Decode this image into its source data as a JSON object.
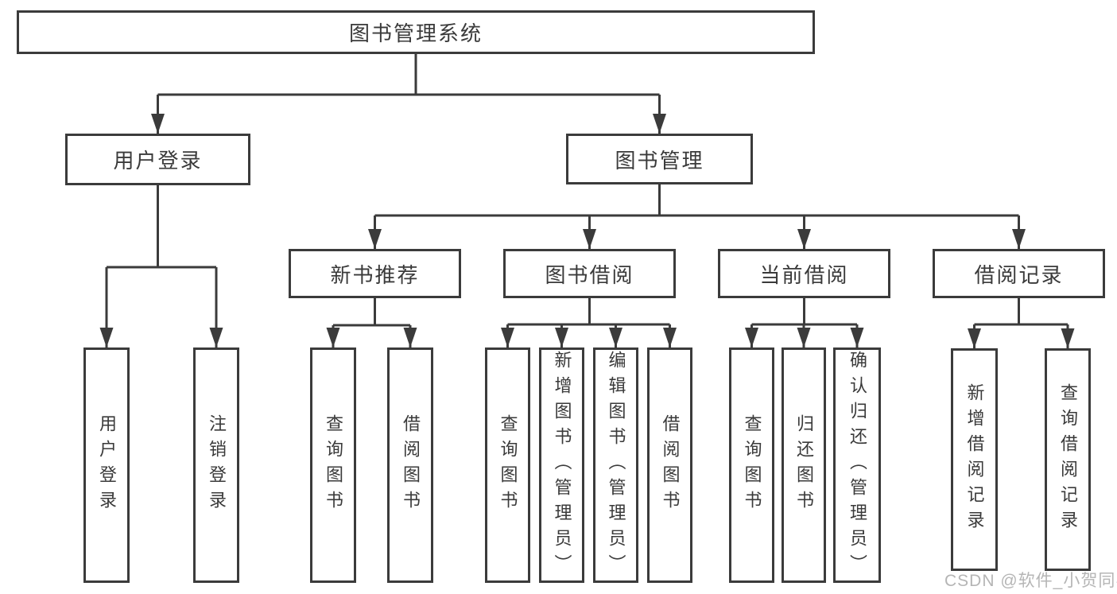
{
  "diagram": {
    "root": {
      "label": "图书管理系统"
    },
    "branches": {
      "user_login": {
        "label": "用户登录",
        "children": {
          "login": {
            "label": "用户登录"
          },
          "logout": {
            "label": "注销登录"
          }
        }
      },
      "book_mgmt": {
        "label": "图书管理",
        "children": {
          "new_book_rec": {
            "label": "新书推荐",
            "children": {
              "query": {
                "label": "查询图书"
              },
              "borrow": {
                "label": "借阅图书"
              }
            }
          },
          "book_borrow": {
            "label": "图书借阅",
            "children": {
              "query": {
                "label": "查询图书"
              },
              "add": {
                "label": "新增图书（管理员）"
              },
              "edit": {
                "label": "编辑图书（管理员）"
              },
              "borrow": {
                "label": "借阅图书"
              }
            }
          },
          "current_borrow": {
            "label": "当前借阅",
            "children": {
              "query": {
                "label": "查询图书"
              },
              "return": {
                "label": "归还图书"
              },
              "confirm": {
                "label": "确认归还（管理员）"
              }
            }
          },
          "borrow_records": {
            "label": "借阅记录",
            "children": {
              "add": {
                "label": "新增借阅记录"
              },
              "query": {
                "label": "查询借阅记录"
              }
            }
          }
        }
      }
    }
  },
  "watermark": "CSDN @软件_小贺同学",
  "colors": {
    "line": "#3b3b3b",
    "text": "#3a3a3a",
    "watermark": "#b5b5b5",
    "background": "#ffffff"
  }
}
